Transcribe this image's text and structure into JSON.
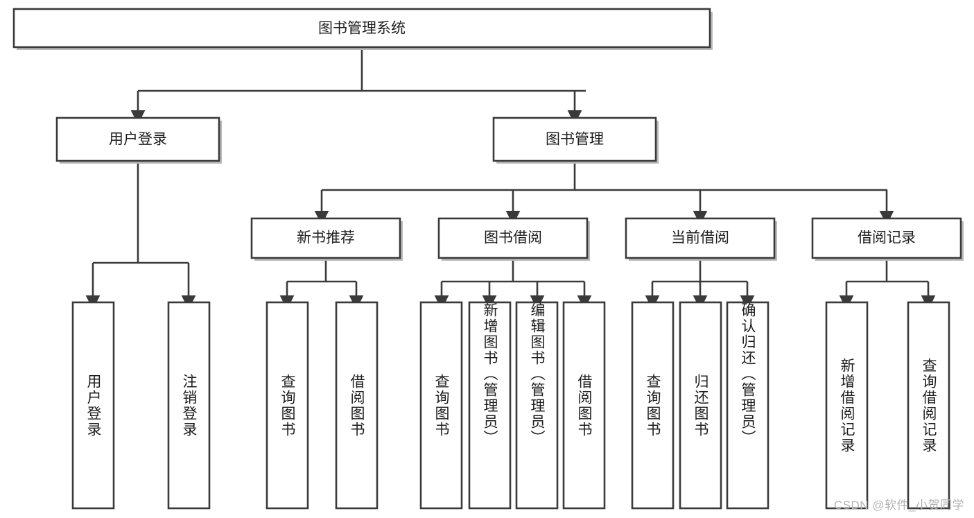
{
  "diagram": {
    "type": "tree-hierarchy",
    "title": "图书管理系统",
    "watermark": "CSDN @软件_小贺同学",
    "colors": {
      "box_border": "#3a3a3a",
      "box_fill": "#ffffff",
      "connector": "#3a3a3a",
      "text": "#1d1d1d",
      "watermark": "#b3b3b3",
      "shadow": "#b9b9b9"
    },
    "levels": {
      "root": {
        "label": "图书管理系统"
      },
      "level2": [
        {
          "label": "用户登录"
        },
        {
          "label": "图书管理"
        }
      ],
      "level3": [
        {
          "label": "新书推荐"
        },
        {
          "label": "图书借阅"
        },
        {
          "label": "当前借阅"
        },
        {
          "label": "借阅记录"
        }
      ]
    },
    "groups": [
      {
        "parent": "用户登录",
        "leaves": [
          {
            "label": "用户登录"
          },
          {
            "label": "注销登录"
          }
        ]
      },
      {
        "parent": "新书推荐",
        "leaves": [
          {
            "label": "查询图书"
          },
          {
            "label": "借阅图书"
          }
        ]
      },
      {
        "parent": "图书借阅",
        "leaves": [
          {
            "label": "查询图书"
          },
          {
            "label": "新增图书（管理员）"
          },
          {
            "label": "编辑图书（管理员）"
          },
          {
            "label": "借阅图书"
          }
        ]
      },
      {
        "parent": "当前借阅",
        "leaves": [
          {
            "label": "查询图书"
          },
          {
            "label": "归还图书"
          },
          {
            "label": "确认归还（管理员）"
          }
        ]
      },
      {
        "parent": "借阅记录",
        "leaves": [
          {
            "label": "新增借阅记录"
          },
          {
            "label": "查询借阅记录"
          }
        ]
      }
    ],
    "leaf_labels": {
      "l1": "用户登录",
      "l2": "注销登录",
      "l3": "查询图书",
      "l4": "借阅图书",
      "l5": "查询图书",
      "l6": "新增图书（管理员）",
      "l7": "编辑图书（管理员）",
      "l8": "借阅图书",
      "l9": "查询图书",
      "l10": "归还图书",
      "l11": "确认归还（管理员）",
      "l12": "新增借阅记录",
      "l13": "查询借阅记录"
    }
  }
}
